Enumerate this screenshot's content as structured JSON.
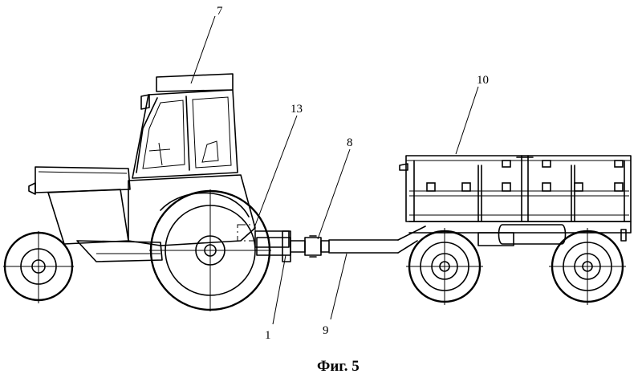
{
  "labels": {
    "tractor": "7",
    "hitch_device": "13",
    "coupling": "8",
    "trailer": "10",
    "drawbar_part": "1",
    "drawbar": "9"
  },
  "caption": "Фиг. 5"
}
